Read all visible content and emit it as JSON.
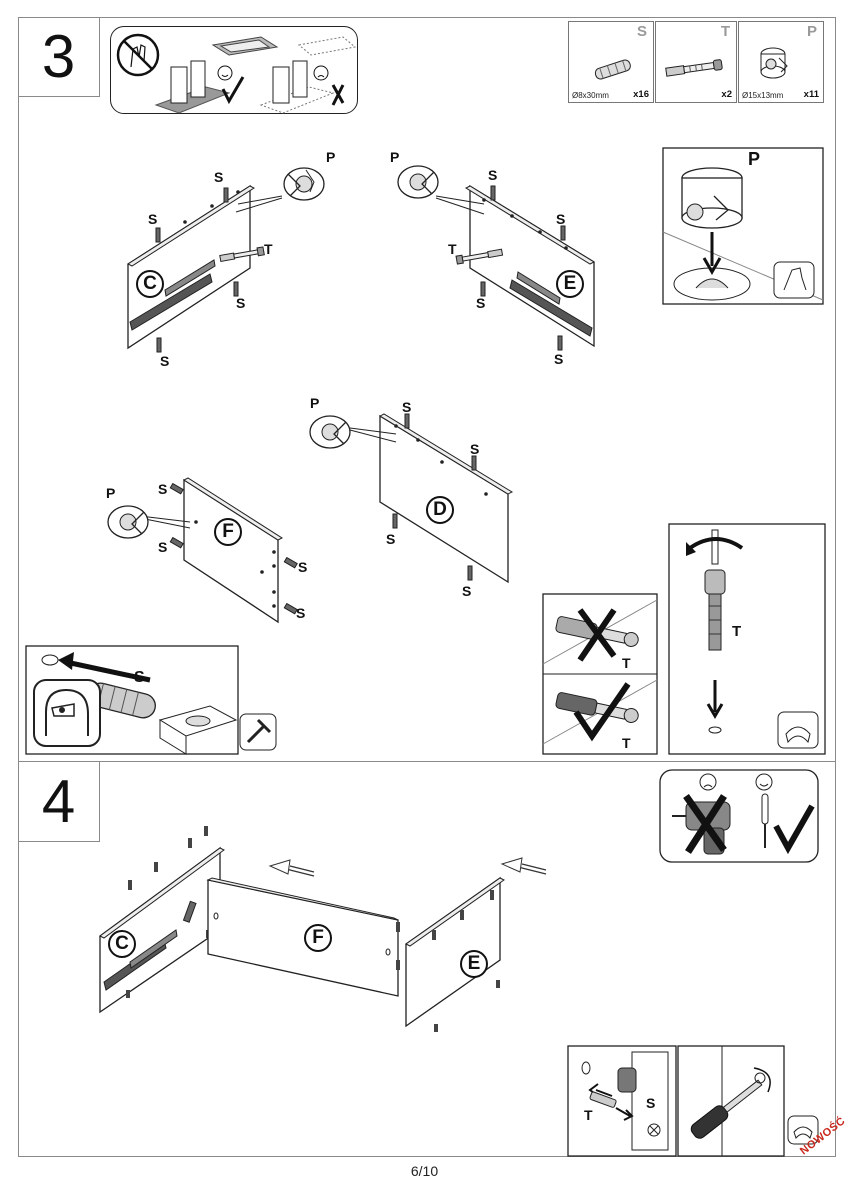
{
  "page": {
    "number": "6/10",
    "brand": "NOWOŚĆ"
  },
  "step3": {
    "number": "3",
    "hardware": [
      {
        "letter": "S",
        "dimension": "Ø8x30mm",
        "quantity": "x16"
      },
      {
        "letter": "T",
        "dimension": "",
        "quantity": "x2"
      },
      {
        "letter": "P",
        "dimension": "Ø15x13mm",
        "quantity": "x11"
      }
    ],
    "panels": {
      "c": "C",
      "e": "E",
      "d": "D",
      "f": "F"
    },
    "labels": {
      "s": "S",
      "t": "T",
      "p": "P"
    }
  },
  "step4": {
    "number": "4",
    "panels": {
      "c": "C",
      "f": "F",
      "e": "E"
    },
    "labels": {
      "s": "S",
      "t": "T"
    }
  }
}
